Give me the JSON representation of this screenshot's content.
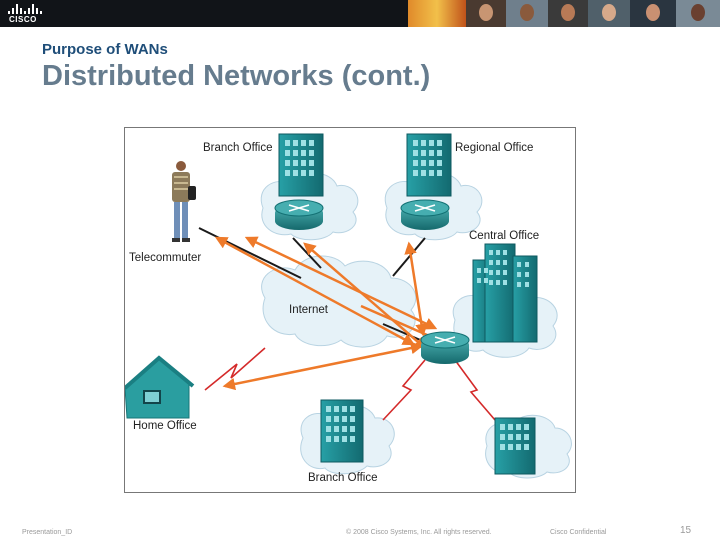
{
  "header": {
    "logo_text": "CISCO",
    "photo_strip": "photo-strip"
  },
  "slide": {
    "subtitle": "Purpose of WANs",
    "title": "Distributed Networks (cont.)"
  },
  "diagram": {
    "labels": {
      "branch_office_top": "Branch Office",
      "regional_office": "Regional Office",
      "central_office": "Central Office",
      "telecommuter": "Telecommuter",
      "internet": "Internet",
      "home_office": "Home Office",
      "branch_office_bottom": "Branch Office"
    },
    "colors": {
      "tunnel_arrow": "#ee7a2a",
      "wan_link": "#d42a2a",
      "cable": "#1a1a1a",
      "router": "#1f8d8f",
      "building": "#1b8289",
      "cloud": "#e6f2f8",
      "house": "#2a9ea0"
    }
  },
  "footer": {
    "presentation_id": "Presentation_ID",
    "copyright": "© 2008 Cisco Systems, Inc. All rights reserved.",
    "confidential": "Cisco Confidential",
    "page_number": "15"
  }
}
